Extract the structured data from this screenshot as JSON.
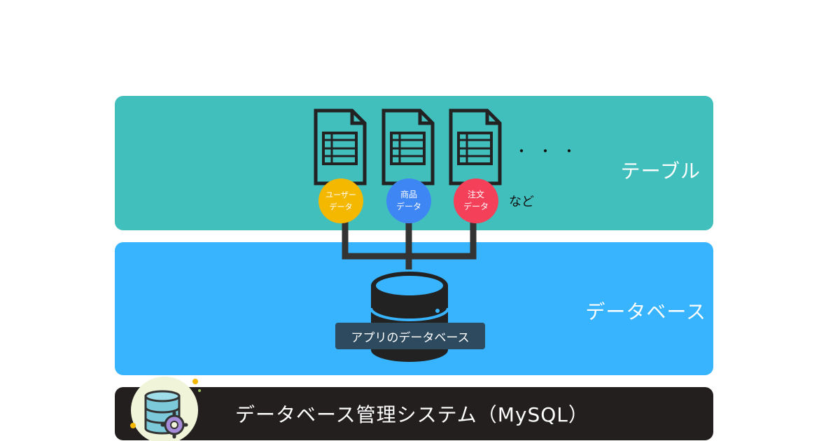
{
  "layers": {
    "table": {
      "label": "テーブル"
    },
    "database": {
      "label": "データベース"
    },
    "dbms": {
      "label": "データベース管理システム（MySQL）"
    }
  },
  "tables": [
    {
      "line1": "ユーザー",
      "line2": "データ",
      "color": "#f5b800"
    },
    {
      "line1": "商品",
      "line2": "データ",
      "color": "#3f86f5"
    },
    {
      "line1": "注文",
      "line2": "データ",
      "color": "#f5405a"
    }
  ],
  "tables_more": "・・・",
  "tables_etc": "など",
  "app_database": {
    "label": "アプリのデータベース"
  },
  "colors": {
    "table_layer": "#40bfbc",
    "database_layer": "#38b4ff",
    "dbms_layer": "#231f1f"
  }
}
